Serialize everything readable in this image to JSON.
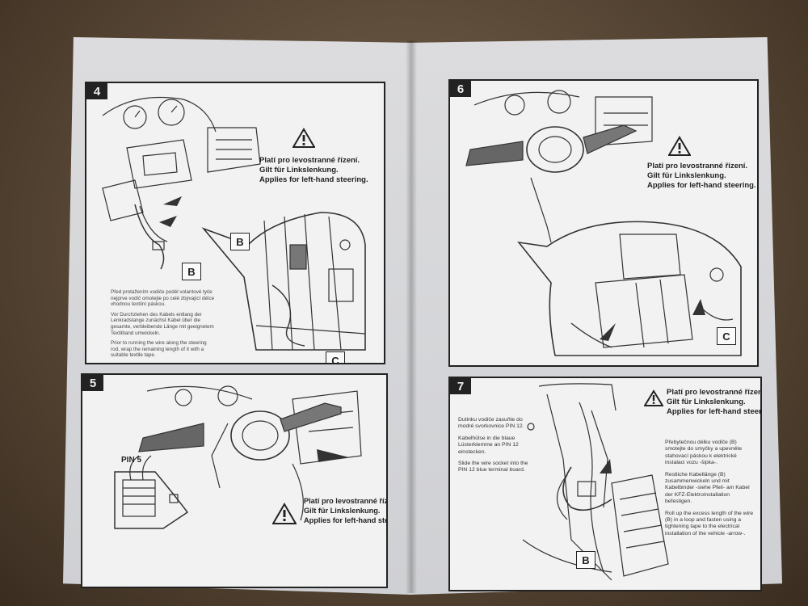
{
  "panels": {
    "p4": {
      "number": "4",
      "warning": [
        "Platí pro levostranné řízení.",
        "Gilt für Linkslenkung.",
        "Applies for left-hand steering."
      ],
      "labels": {
        "b_top": "B",
        "b_left": "B",
        "c": "C"
      },
      "notes": [
        "Před protažením vodiče podél volantové tyče nejprve vodič omotejte po celé zbývající délce vhodnou textilní páskou.",
        "Vor Durchziehen des Kabels entlang der Lenkradstange zunächst Kabel über die gesamte, verbleibende Länge mit geeignetem Textilband umwickeln.",
        "Prior to running the wire along the steering rod, wrap the remaining length of it with a suitable textile tape."
      ]
    },
    "p5": {
      "number": "5",
      "pin": "PIN 5",
      "warning": [
        "Platí pro levostranné řízení.",
        "Gilt für Linkslenkung.",
        "Applies for left-hand steering."
      ]
    },
    "p6": {
      "number": "6",
      "warning": [
        "Platí pro levostranné řízení.",
        "Gilt für Linkslenkung.",
        "Applies for left-hand steering."
      ],
      "labels": {
        "c": "C"
      }
    },
    "p7": {
      "number": "7",
      "warning": [
        "Platí pro levostranné řízení.",
        "Gilt für Linkslenkung.",
        "Applies for left-hand steering."
      ],
      "labels": {
        "b": "B"
      },
      "left_notes": [
        "Dutinku vodiče zasuňte do modré svorkovnice PIN 12.",
        "Kabelhülse in die blaue Lüsterklemme an PIN 12 einstecken.",
        "Slide the wire socket into the PIN 12 blue terminal board."
      ],
      "right_notes": [
        "Přebytečnou délku vodiče (B) smotejte do smyčky a upevněte stahovací páskou k elektrické instalaci vozu -šipka-.",
        "Restliche Kabellänge (B) zusammenwickeln und mit Kabelbinder -siehe Pfeil- am Kabel der KFZ-Elektroinstallation befestigen.",
        "Roll up the excess length of the wire (B) in a loop and fasten using a tightening tape to the electrical installation of the vehicle -arrow-."
      ]
    }
  },
  "colors": {
    "ink": "#222222",
    "paper": "#f2f2f3"
  }
}
